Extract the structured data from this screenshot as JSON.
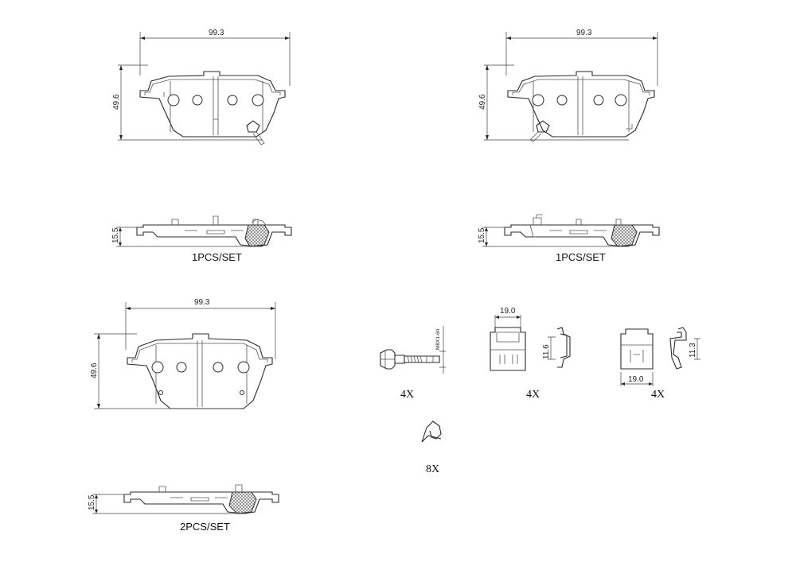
{
  "pads": [
    {
      "id": "pad-a",
      "width": "99.3",
      "height": "49.6",
      "thickness": "15.5",
      "set_label": "1PCS/SET"
    },
    {
      "id": "pad-b",
      "width": "99.3",
      "height": "49.6",
      "thickness": "15.5",
      "set_label": "1PCS/SET"
    },
    {
      "id": "pad-c",
      "width": "99.3",
      "height": "49.6",
      "thickness": "15.5",
      "set_label": "2PCS/SET"
    }
  ],
  "accessories": {
    "bolt": {
      "thread": "M8X1-6h",
      "qty": "4X"
    },
    "clip_a": {
      "width": "19.0",
      "height": "11.6",
      "qty": "4X"
    },
    "clip_b": {
      "width": "19.0",
      "height": "11.3",
      "qty": "4X"
    },
    "spring": {
      "qty": "8X"
    }
  },
  "colors": {
    "line": "#2a2a2a",
    "friction_hatch": "#555555"
  }
}
